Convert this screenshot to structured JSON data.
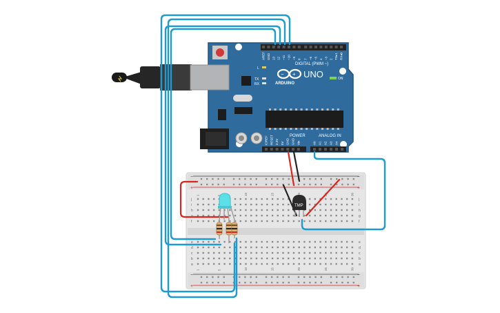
{
  "board": {
    "brand": "UNO",
    "logo_text": "ARDUINO",
    "digital_label": "DIGITAL (PWM ~)",
    "on_label": "ON",
    "power_label": "POWER",
    "analog_label": "ANALOG IN",
    "l_label": "L",
    "tx_label": "TX",
    "rx_label": "RX",
    "digital_pins": [
      "AREF",
      "GND",
      "13",
      "12",
      "~11",
      "~10",
      "~9",
      "8",
      "7",
      "~6",
      "~5",
      "4",
      "~3",
      "2",
      "TX▸1",
      "RX◂0"
    ],
    "power_pins": [
      "IOREF",
      "RESET",
      "3.3V",
      "5V",
      "GND",
      "GND",
      "Vin"
    ],
    "analog_pins": [
      "A0",
      "A1",
      "A2",
      "A3",
      "A4",
      "A5"
    ]
  },
  "sensor": {
    "label": "TMP"
  },
  "breadboard": {
    "row_letters_top": [
      "j",
      "i",
      "h",
      "g",
      "f"
    ],
    "row_letters_bottom": [
      "e",
      "d",
      "c",
      "b",
      "a"
    ],
    "column_numbers": [
      "1",
      "5",
      "10",
      "15",
      "20",
      "25",
      "30"
    ],
    "plus": "+",
    "minus": "−"
  },
  "colors": {
    "board": "#2f6b9c",
    "board_dark": "#225582",
    "wire_blue": "#1d9bd1",
    "wire_red": "#d9251d",
    "wire_dark": "#222222",
    "led": "#5ce0e8",
    "breadboard": "#e6e6e6"
  }
}
